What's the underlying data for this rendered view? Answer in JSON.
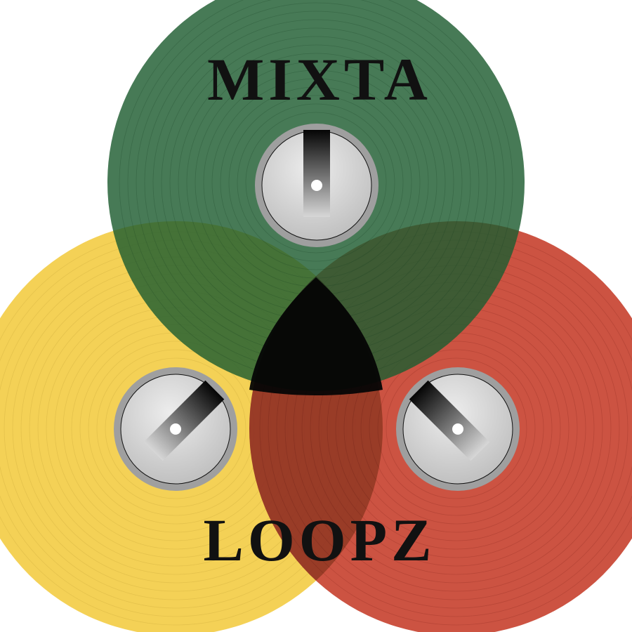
{
  "logo": {
    "top_word": "MIXTA",
    "bottom_word": "LOOPZ"
  },
  "records": [
    {
      "name": "green-record",
      "color": "#3d6f45"
    },
    {
      "name": "yellow-record",
      "color": "#f3cf4d"
    },
    {
      "name": "red-record",
      "color": "#c84432"
    }
  ],
  "colors": {
    "background": "#ffffff",
    "text": "#111111",
    "label": "#c8c8c8"
  }
}
